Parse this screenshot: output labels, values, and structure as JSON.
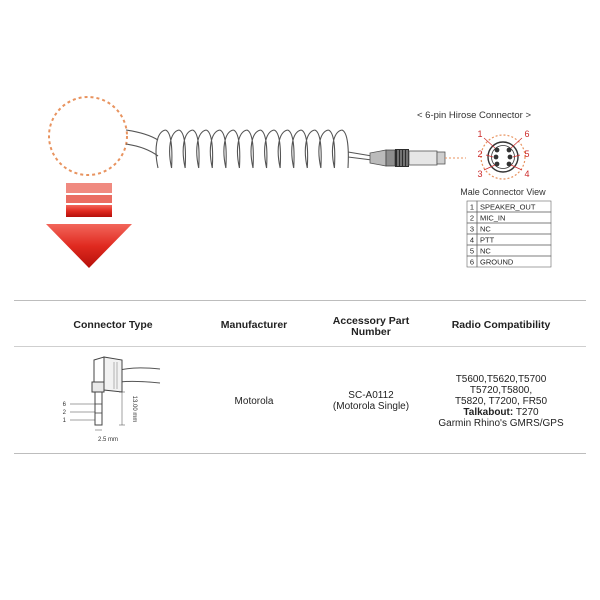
{
  "connector_header": {
    "title": "< 6-pin Hirose Connector >",
    "pins": [
      "1",
      "6",
      "2",
      "5",
      "3",
      "4"
    ],
    "caption": "Male Connector View"
  },
  "pinout": [
    {
      "pin": "1",
      "signal": "SPEAKER_OUT"
    },
    {
      "pin": "2",
      "signal": "MIC_IN"
    },
    {
      "pin": "3",
      "signal": "NC"
    },
    {
      "pin": "4",
      "signal": "PTT"
    },
    {
      "pin": "5",
      "signal": "NC"
    },
    {
      "pin": "6",
      "signal": "GROUND"
    }
  ],
  "plug_drawing": {
    "pin_labels": [
      "6",
      "2",
      "1"
    ],
    "height_label": "13.00 mm",
    "width_label": "2.5 mm"
  },
  "table": {
    "headers": {
      "connector_type": "Connector Type",
      "manufacturer": "Manufacturer",
      "part_number_line1": "Accessory Part",
      "part_number_line2": "Number",
      "radio_compat": "Radio Compatibility"
    },
    "row": {
      "manufacturer": "Motorola",
      "part_number": "SC-A0112",
      "part_note": "(Motorola Single)",
      "compat_lines": [
        "T5600,T5620,T5700",
        "T5720,T5800,",
        "T5820, T7200, FR50"
      ],
      "talkabout_label": "Talkabout:",
      "talkabout_model": " T270",
      "garmin": "Garmin Rhino's GMRS/GPS"
    }
  },
  "colors": {
    "arrow_top": "#e83a2e",
    "arrow_bottom": "#c7140f",
    "dashed_circle": "#e8935f",
    "pin_numbers": "#cc2a2a",
    "cable": "#555555"
  }
}
